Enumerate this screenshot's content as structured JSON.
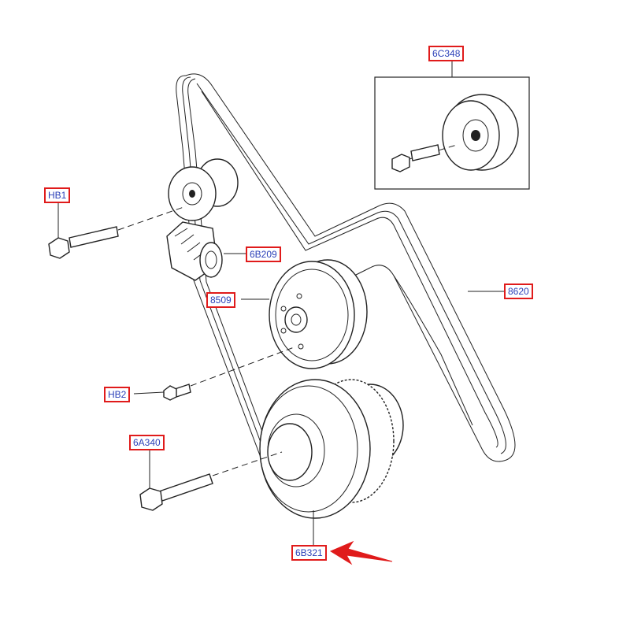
{
  "part_labels": {
    "hb1": "HB1",
    "six_c348": "6C348",
    "six_b209": "6B209",
    "eight509": "8509",
    "eight620": "8620",
    "hb2": "HB2",
    "six_a340": "6A340",
    "six_b321": "6B321"
  },
  "colors": {
    "label_border": "#e01b1b",
    "label_text": "#2a3fb8",
    "arrow": "#e01b1b",
    "line_art": "#222222"
  }
}
